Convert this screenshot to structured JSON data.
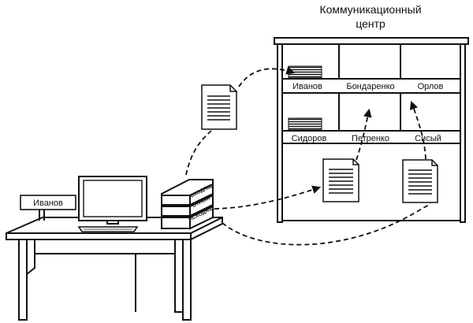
{
  "colors": {
    "ink": "#111111",
    "paper": "#ffffff"
  },
  "center": {
    "title_line1": "Коммуникационный",
    "title_line2": "центр",
    "row1": [
      "Иванов",
      "Бондаренко",
      "Орлов"
    ],
    "row2": [
      "Сидоров",
      "Петренко",
      "Сиcый"
    ]
  },
  "desk": {
    "nameplate": "Иванов"
  },
  "trays": [
    "ВХОДЯЩ",
    "ОТЛОЖ",
    "ИСХОДЯЩ"
  ],
  "icons": [
    "document-icon",
    "monitor-icon",
    "keyboard-icon",
    "tray-icon",
    "shelf-icon",
    "arrow-icon"
  ]
}
